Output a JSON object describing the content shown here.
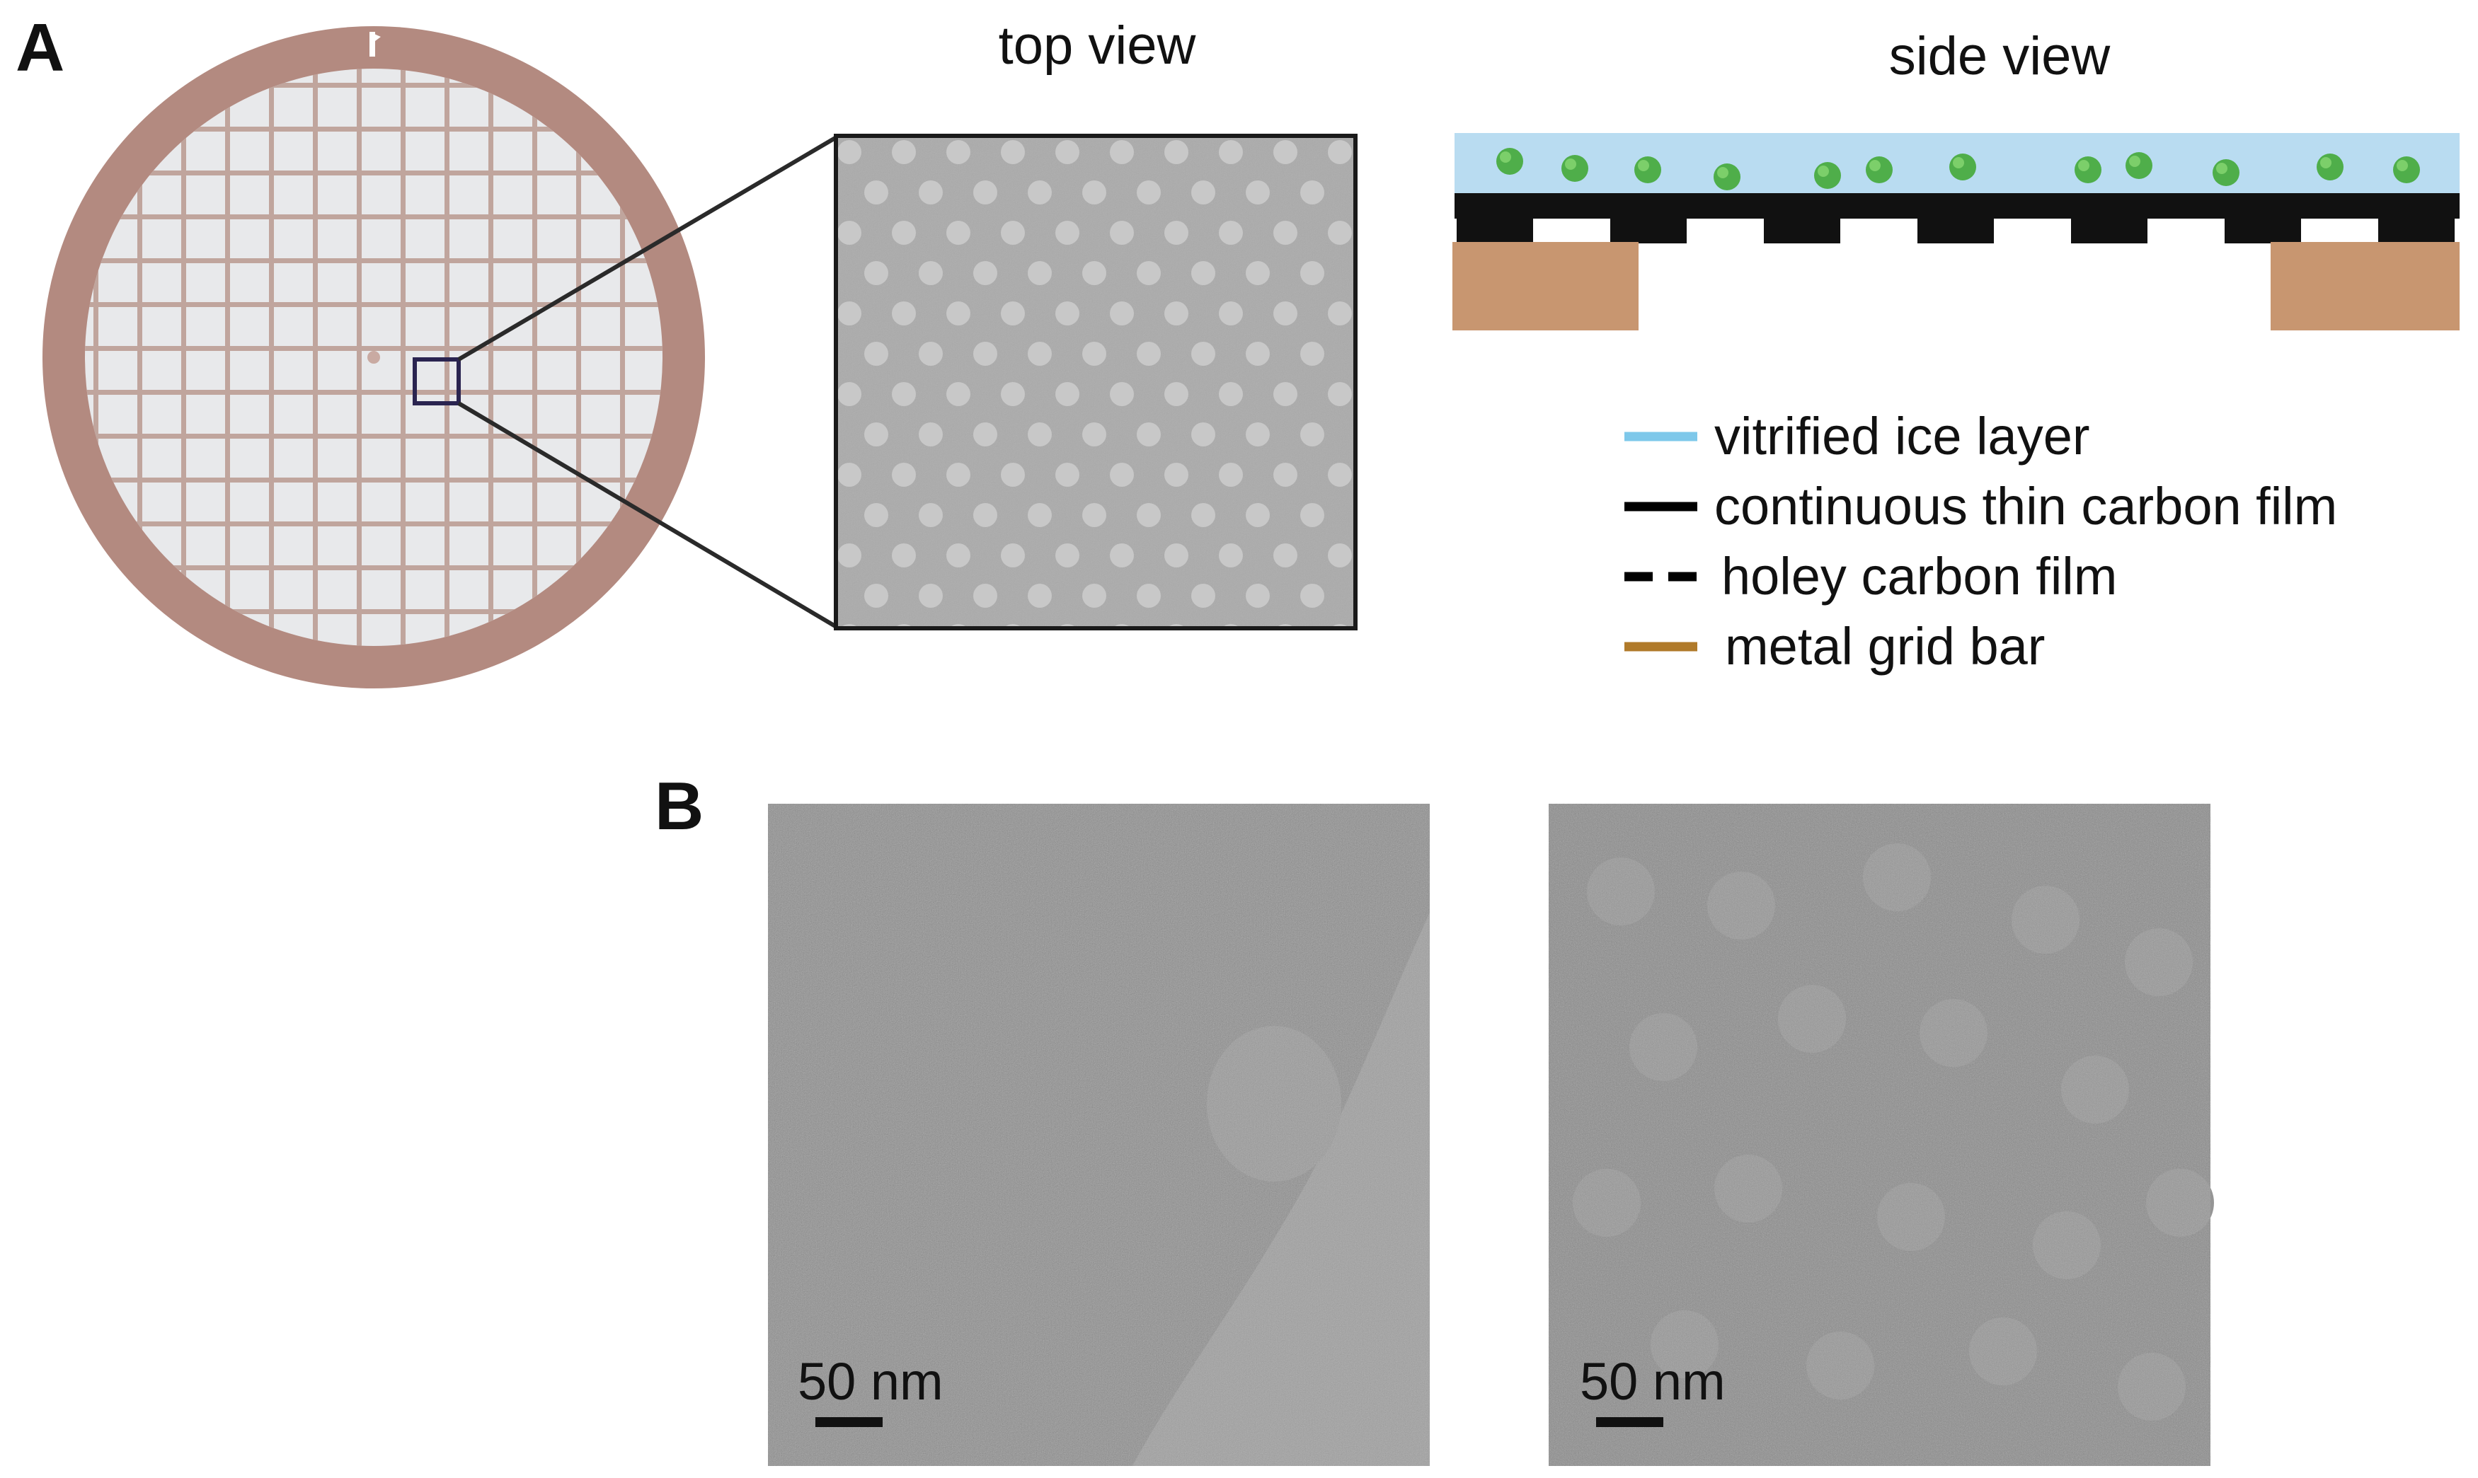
{
  "panels": {
    "a": {
      "letter": "A",
      "top_view_title": "top view",
      "side_view_title": "side view",
      "legend": [
        {
          "label": "vitrified ice layer",
          "color": "#7ec8ea",
          "style": "solid"
        },
        {
          "label": "continuous thin carbon film",
          "color": "#000000",
          "style": "solid"
        },
        {
          "label": "holey carbon film",
          "color": "#000000",
          "style": "dashed"
        },
        {
          "label": "metal grid bar",
          "color": "#b07a2a",
          "style": "solid"
        }
      ]
    },
    "b": {
      "letter": "B",
      "micrographs": [
        {
          "scale_label": "50 nm"
        },
        {
          "scale_label": "50 nm"
        }
      ]
    }
  },
  "colors": {
    "grid_rim": "#b38a80",
    "grid_mesh_fill": "#e8e9eb",
    "grid_bar": "#c0a59d",
    "selection_box": "#2a2450",
    "ice": "#b9dcf1",
    "carbon": "#111111",
    "metal_bar": "#c89670",
    "particle": "#4fae4a",
    "micrograph_gray": "#8a8a8a",
    "hole_film": "#a8a8a8",
    "hole": "#c8c8c8"
  }
}
